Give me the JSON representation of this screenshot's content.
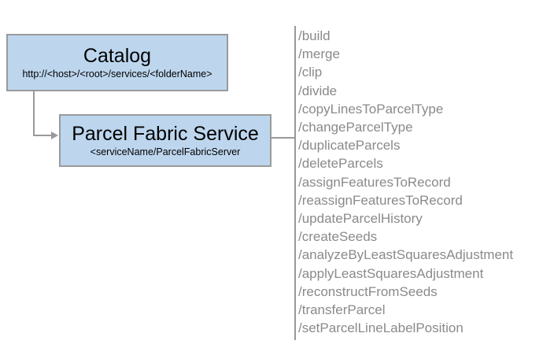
{
  "diagram": {
    "catalog_node": {
      "title": "Catalog",
      "subtitle": "http://<host>/<root>/services/<folderName>"
    },
    "service_node": {
      "title": "Parcel Fabric Service",
      "subtitle": "<serviceName/ParcelFabricServer"
    },
    "operations": [
      "/build",
      "/merge",
      "/clip",
      "/divide",
      "/copyLinesToParcelType",
      "/changeParcelType",
      "/duplicateParcels",
      "/deleteParcels",
      "/assignFeaturesToRecord",
      "/reassignFeaturesToRecord",
      "/updateParcelHistory",
      "/createSeeds",
      "/analyzeByLeastSquaresAdjustment",
      "/applyLeastSquaresAdjustment",
      "/reconstructFromSeeds",
      "/transferParcel",
      "/setParcelLineLabelPosition"
    ],
    "colors": {
      "node_fill": "#bdd6ee",
      "node_border": "#9a9a9a",
      "connector": "#999999",
      "operation_text": "#8a8a8a"
    }
  }
}
